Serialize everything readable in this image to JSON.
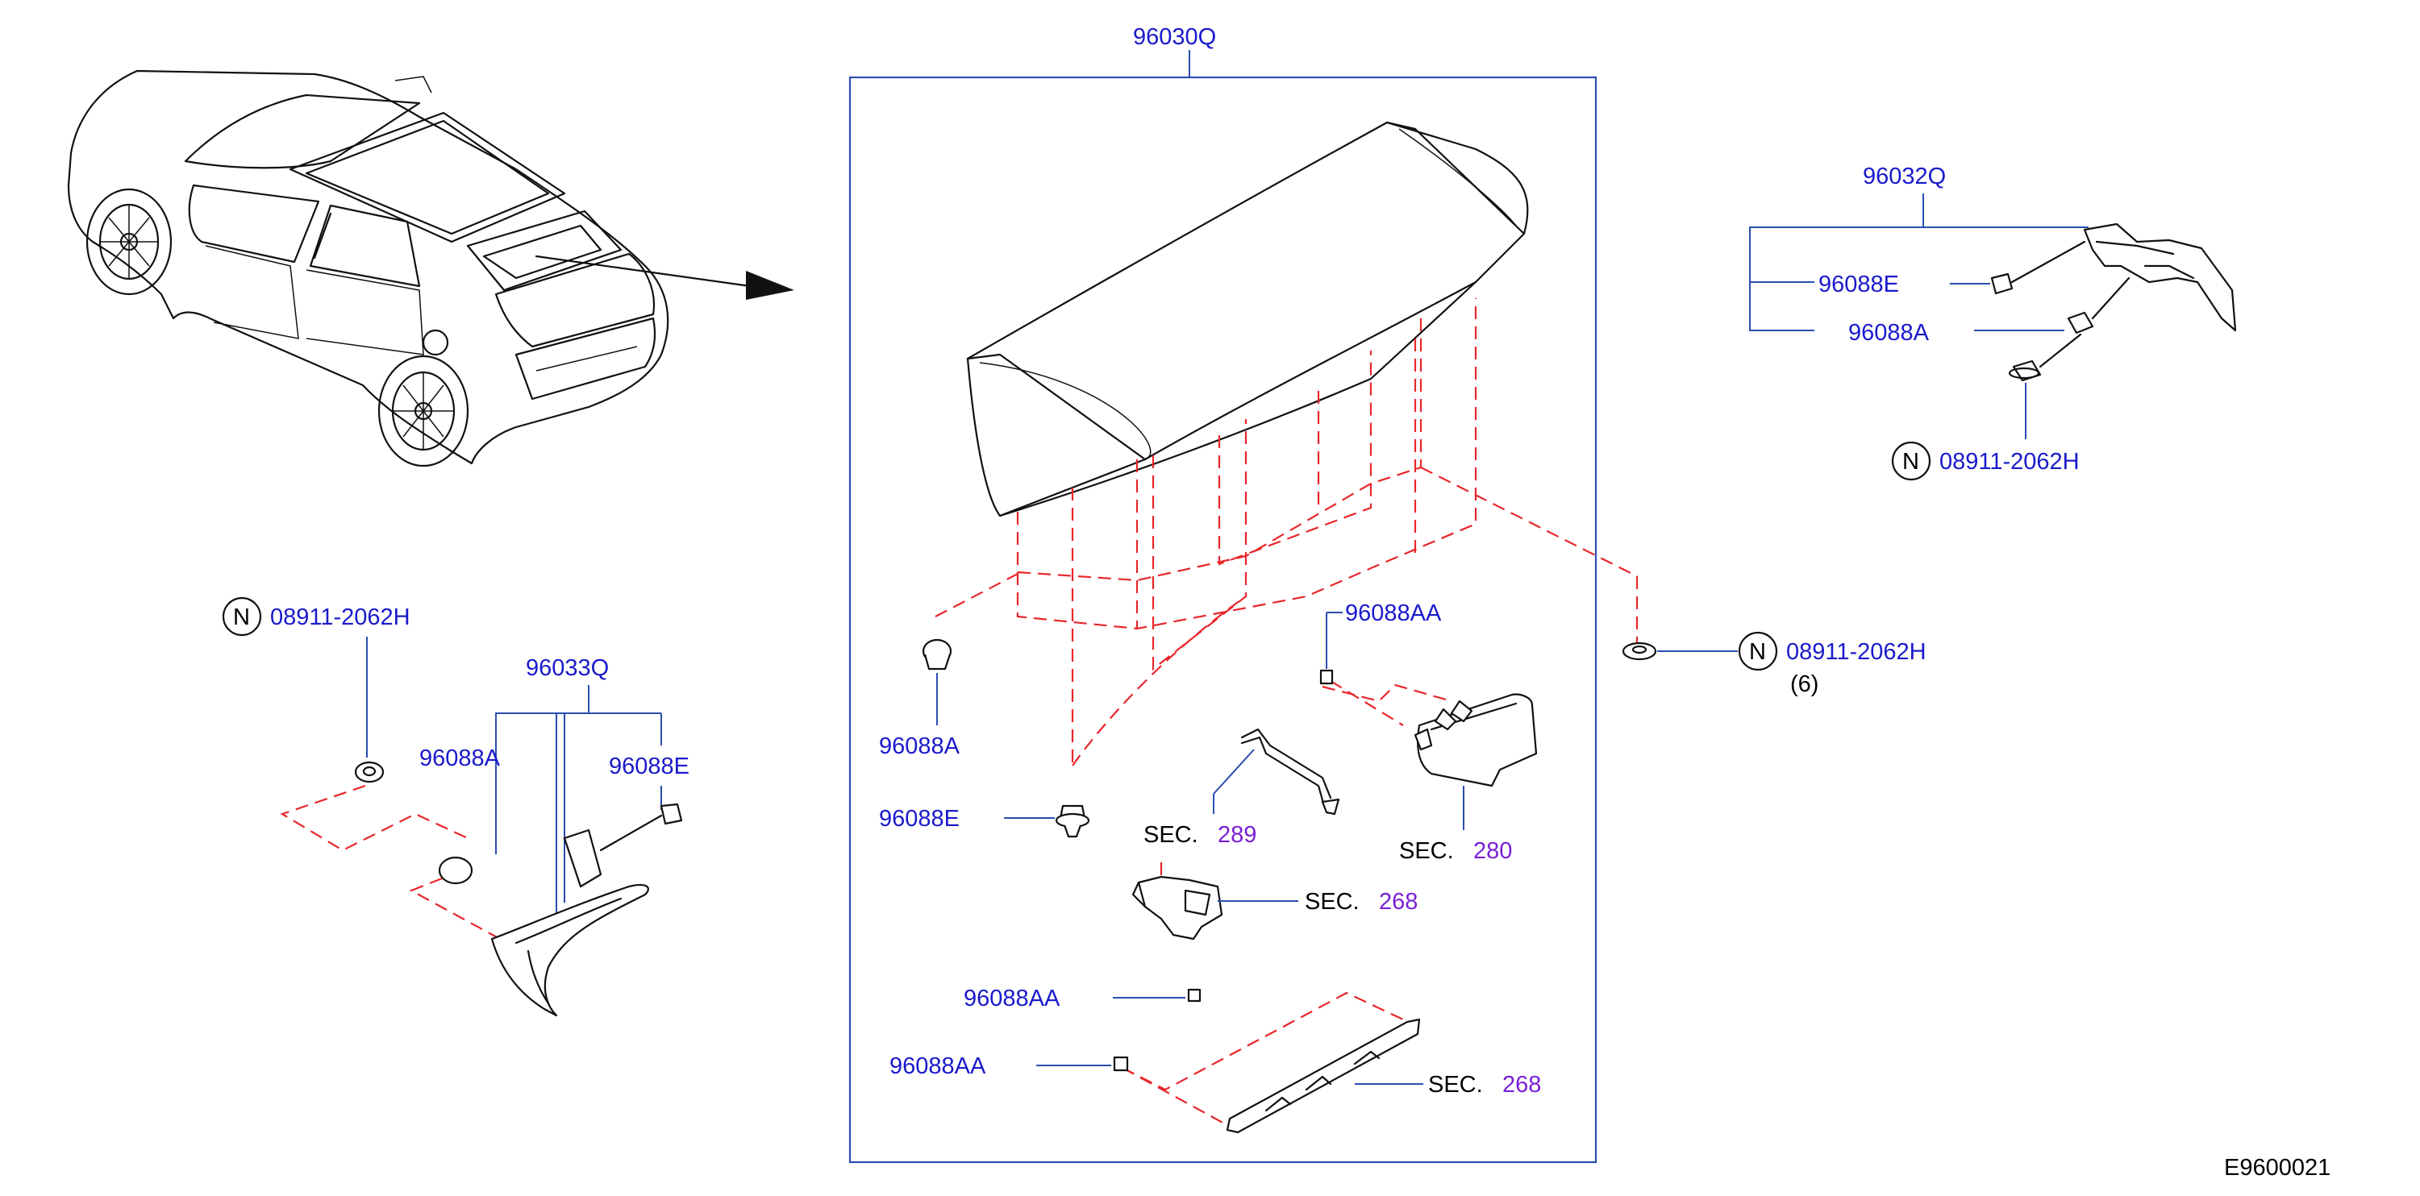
{
  "labels": {
    "main_assembly": "96030Q",
    "right_assembly": "96032Q",
    "left_assembly": "96033Q",
    "r_clip_e": "96088E",
    "r_clip_a": "96088A",
    "r_nut": "08911-2062H",
    "l_nut": "08911-2062H",
    "l_clip_a": "96088A",
    "l_clip_e": "96088E",
    "c_clip_a": "96088A",
    "c_clip_e": "96088E",
    "c_clip_aa_1": "96088AA",
    "c_clip_aa_2": "96088AA",
    "c_clip_aa_3": "96088AA",
    "nut_mid": "08911-2062H",
    "nut_mid_qty": "(6)",
    "n_symbol": "N",
    "sec_prefix": "SEC.",
    "sec_289": "289",
    "sec_280": "280",
    "sec_268_a": "268",
    "sec_268_b": "268",
    "diagram_code": "E9600021"
  },
  "colors": {
    "part_label": "#1a1acc",
    "section_number": "#7a1fd6",
    "dashed_assembly_line": "#e8262b",
    "leader_line": "#2a4db0"
  }
}
